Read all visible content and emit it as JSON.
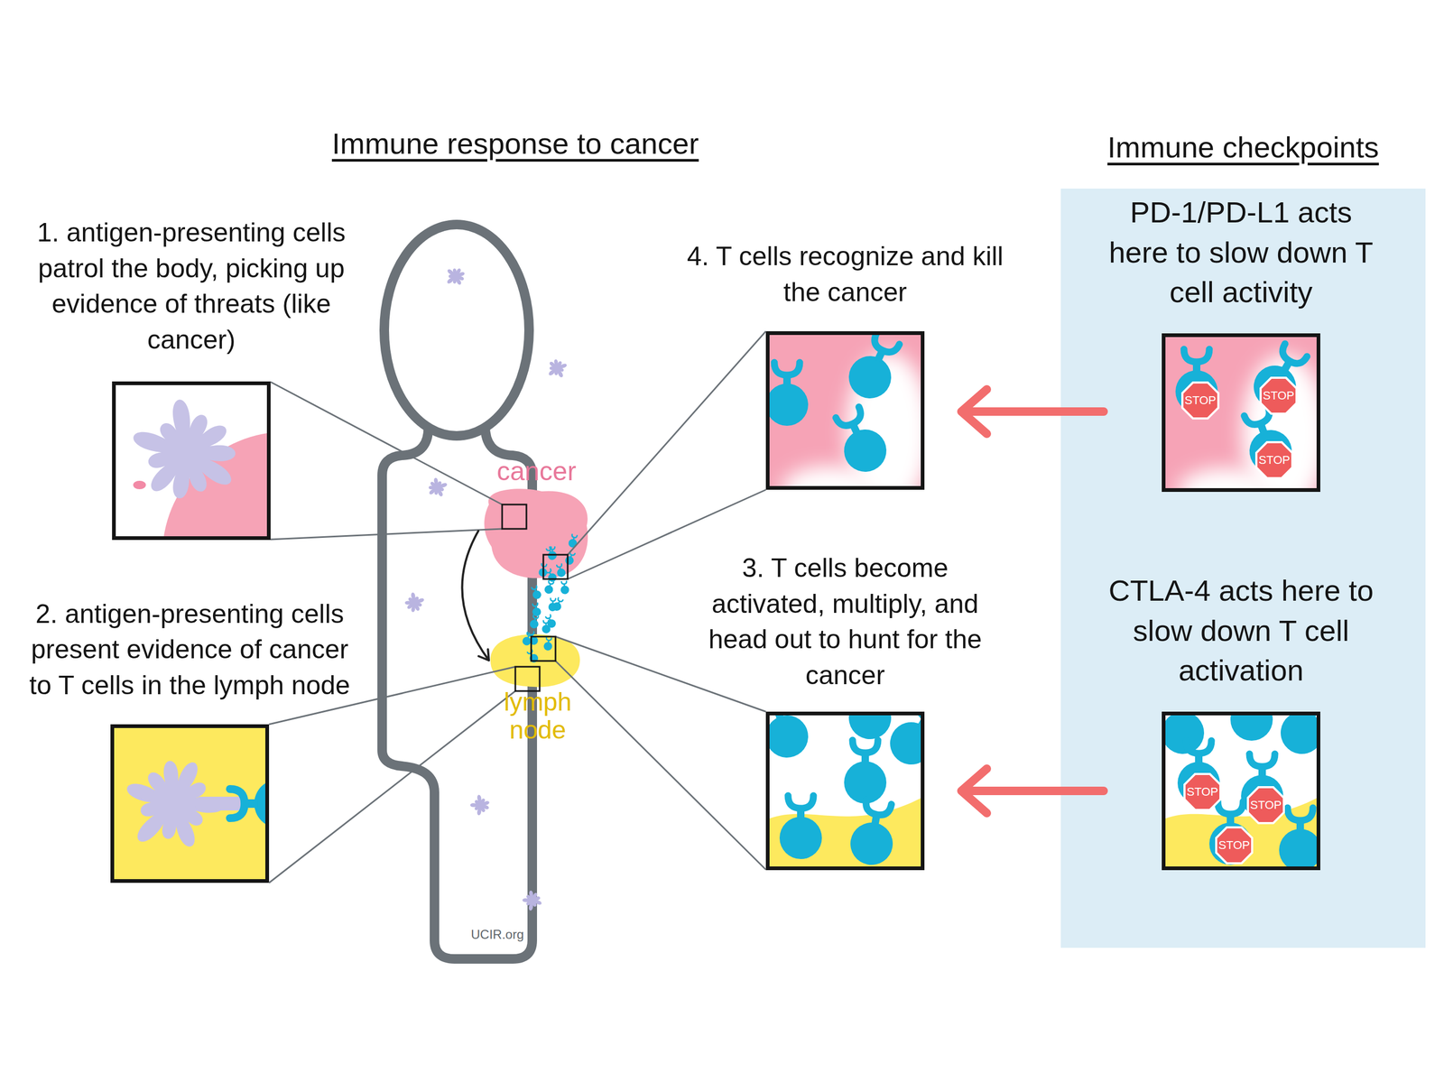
{
  "diagram": {
    "title": "Immune response to cancer",
    "nodes": [
      {
        "text": [
          "1. antigen-presenting cells patrol the body, picking up evidence of threats (like cancer)"
        ]
      },
      {
        "text": [
          "2. antigen-presenting cells present evidence of cancer to T cells in the lymph node"
        ]
      },
      {
        "text": [
          "cancer"
        ]
      },
      {
        "text": [
          "lymph node"
        ]
      },
      {
        "text": [
          "4. T cells recognize and kill the cancer"
        ]
      },
      {
        "text": [
          "3. T cells become activated, multiply, and head out to hunt for the cancer"
        ]
      },
      {
        "text": [
          "Immune checkpoints"
        ]
      },
      {
        "text": [
          "PD-1/PD-L1 acts here to slow down T cell activity"
        ],
        "in": 6
      },
      {
        "text": [
          "STOP"
        ],
        "in": 7
      },
      {
        "text": [
          "STOP"
        ],
        "in": 7
      },
      {
        "text": [
          "STOP"
        ],
        "in": 7
      },
      {
        "text": [
          "CTLA-4 acts here to slow down T cell activation"
        ],
        "in": 6
      },
      {
        "text": [
          "STOP"
        ],
        "in": 11
      },
      {
        "text": [
          "STOP"
        ],
        "in": 11
      },
      {
        "text": [
          "STOP"
        ],
        "in": 11
      }
    ],
    "edges": [
      {
        "from": 2,
        "to": 3,
        "arrow": "to"
      },
      {
        "from": 7,
        "to": 4,
        "arrow": "to"
      },
      {
        "from": 11,
        "to": 5,
        "arrow": "to"
      }
    ],
    "labels": [
      "UCIR.org"
    ]
  }
}
